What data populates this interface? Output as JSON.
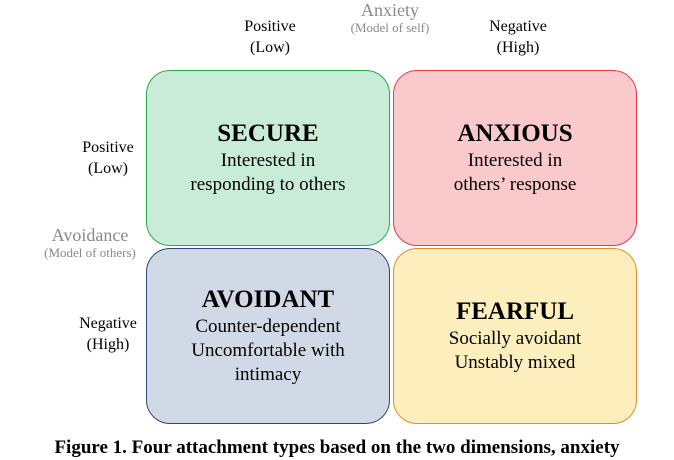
{
  "anxiety": {
    "title": "Anxiety",
    "subtitle": "(Model of self)"
  },
  "avoidance": {
    "title": "Avoidance",
    "subtitle": "(Model of others)"
  },
  "top_labels": [
    {
      "line1": "Positive",
      "line2": "(Low)"
    },
    {
      "line1": "Negative",
      "line2": "(High)"
    }
  ],
  "left_labels": [
    {
      "line1": "Positive",
      "line2": "(Low)"
    },
    {
      "line1": "Negative",
      "line2": "(High)"
    }
  ],
  "quadrants": [
    {
      "title": "SECURE",
      "lines": [
        "Interested in",
        "responding to others"
      ],
      "fill": "#c8ecd7",
      "border": "#2aaa4d"
    },
    {
      "title": "ANXIOUS",
      "lines": [
        "Interested in",
        "others’ response"
      ],
      "fill": "#fac9cb",
      "border": "#e63b42"
    },
    {
      "title": "AVOIDANT",
      "lines": [
        "Counter-dependent",
        "Uncomfortable with",
        "intimacy"
      ],
      "fill": "#d1d8e6",
      "border": "#2c4a75"
    },
    {
      "title": "FEARFUL",
      "lines": [
        "Socially avoidant",
        "Unstably mixed"
      ],
      "fill": "#fdeebe",
      "border": "#e58a2c"
    }
  ],
  "caption": "Figure 1.  Four attachment types based on the two dimensions, anxiety"
}
